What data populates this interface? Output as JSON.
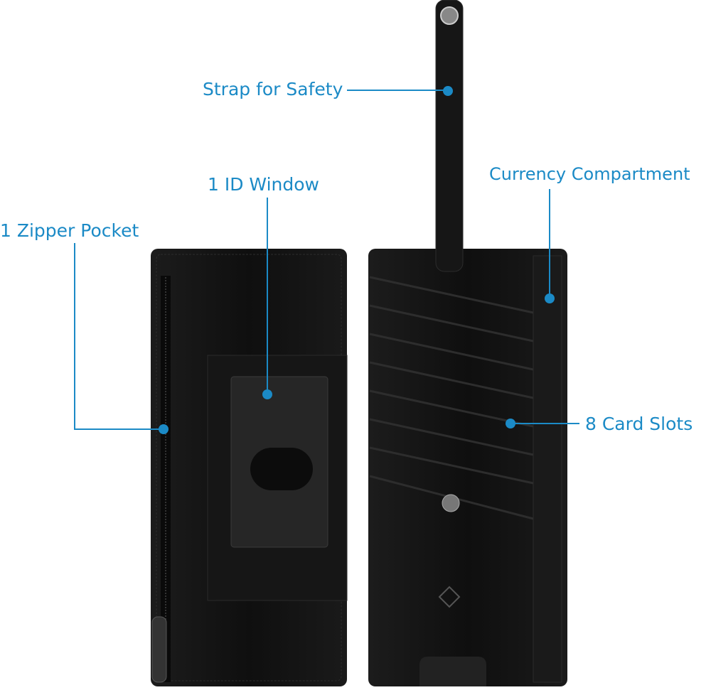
{
  "callouts": {
    "strap": "Strap for Safety",
    "id_window": "1 ID Window",
    "zipper": "1 Zipper Pocket",
    "currency": "Currency Compartment",
    "card_slots": "8 Card Slots"
  },
  "colors": {
    "accent": "#1b8ac6",
    "leather": "#141414"
  }
}
